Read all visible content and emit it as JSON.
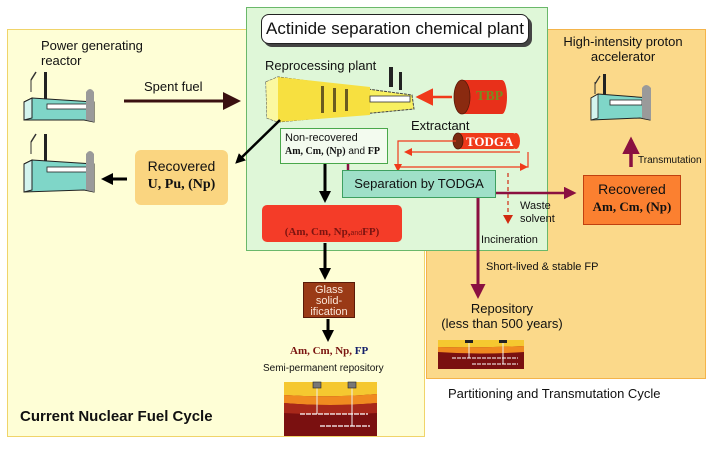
{
  "diagram": {
    "title": "Actinide separation chemical plant",
    "left_panel": {
      "caption": "Current Nuclear Fuel Cycle",
      "reactor_label_line1": "Power generating",
      "reactor_label_line2": "reactor",
      "spent_fuel_label": "Spent fuel",
      "recovered_label": "Recovered",
      "recovered_elements": "U, Pu, (Np)",
      "glass_line1": "Glass",
      "glass_line2": "solid-",
      "glass_line3": "ification",
      "final_elements": {
        "am": "Am,",
        "cm": "Cm,",
        "np": "Np,",
        "fp": "FP"
      },
      "repository_label": "Semi-permanent repository"
    },
    "center_panel": {
      "reprocessing_label": "Reprocessing plant",
      "tbp_label": "TBP",
      "extractant_label": "Extractant",
      "todga_label": "TODGA",
      "non_recovered_line1": "Non-recovered",
      "non_recovered_elements": "Am, Cm, (Np)",
      "non_recovered_and": "and",
      "non_recovered_fp": "FP",
      "separation_label": "Separation by TODGA",
      "waste_line1": "Waste",
      "waste_line2": "solvent",
      "incineration_label": "Incineration",
      "red_box_elements": "(Am, Cm, Np,",
      "red_box_and": "and",
      "red_box_fp": "FP)"
    },
    "right_panel": {
      "caption": "Partitioning and Transmutation Cycle",
      "accelerator_line1": "High-intensity proton",
      "accelerator_line2": "accelerator",
      "transmutation_label": "Transmutation",
      "recovered_label": "Recovered",
      "recovered_elements": "Am, Cm, (Np)",
      "short_lived_label": "Short-lived & stable FP",
      "repository_line1": "Repository",
      "repository_line2": "(less than 500 years)"
    },
    "colors": {
      "left_bg": "#fefed6",
      "right_bg": "#fbd98a",
      "center_bg": "#dff7d8",
      "arrow_dark": "#3a1010",
      "arrow_maroon": "#8a1040",
      "arrow_red": "#f03a1a",
      "reactor_body": "#7fd6c8"
    }
  }
}
